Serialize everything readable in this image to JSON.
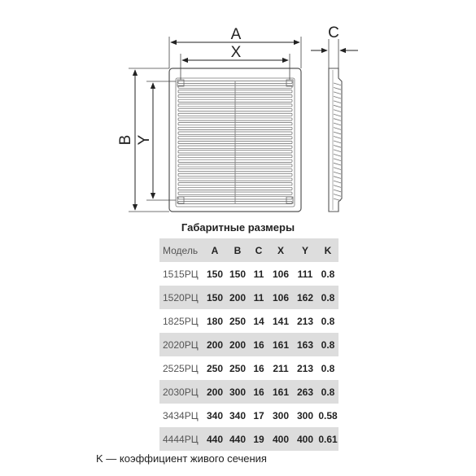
{
  "drawing": {
    "label_a": "A",
    "label_x": "X",
    "label_b": "B",
    "label_y": "Y",
    "label_c": "C",
    "slat_count": 27
  },
  "table": {
    "title": "Габаритные размеры",
    "headers": [
      "Модель",
      "A",
      "B",
      "C",
      "X",
      "Y",
      "K"
    ],
    "rows": [
      [
        "1515РЦ",
        "150",
        "150",
        "11",
        "106",
        "111",
        "0.8"
      ],
      [
        "1520РЦ",
        "150",
        "200",
        "11",
        "106",
        "162",
        "0.8"
      ],
      [
        "1825РЦ",
        "180",
        "250",
        "14",
        "141",
        "213",
        "0.8"
      ],
      [
        "2020РЦ",
        "200",
        "200",
        "16",
        "161",
        "163",
        "0.8"
      ],
      [
        "2525РЦ",
        "250",
        "250",
        "16",
        "211",
        "213",
        "0.8"
      ],
      [
        "2030РЦ",
        "200",
        "300",
        "16",
        "161",
        "263",
        "0.8"
      ],
      [
        "3434РЦ",
        "340",
        "340",
        "17",
        "300",
        "300",
        "0.58"
      ],
      [
        "4444РЦ",
        "440",
        "440",
        "19",
        "400",
        "400",
        "0.61"
      ]
    ]
  },
  "footnote": "K — коэффициент живого сечения"
}
